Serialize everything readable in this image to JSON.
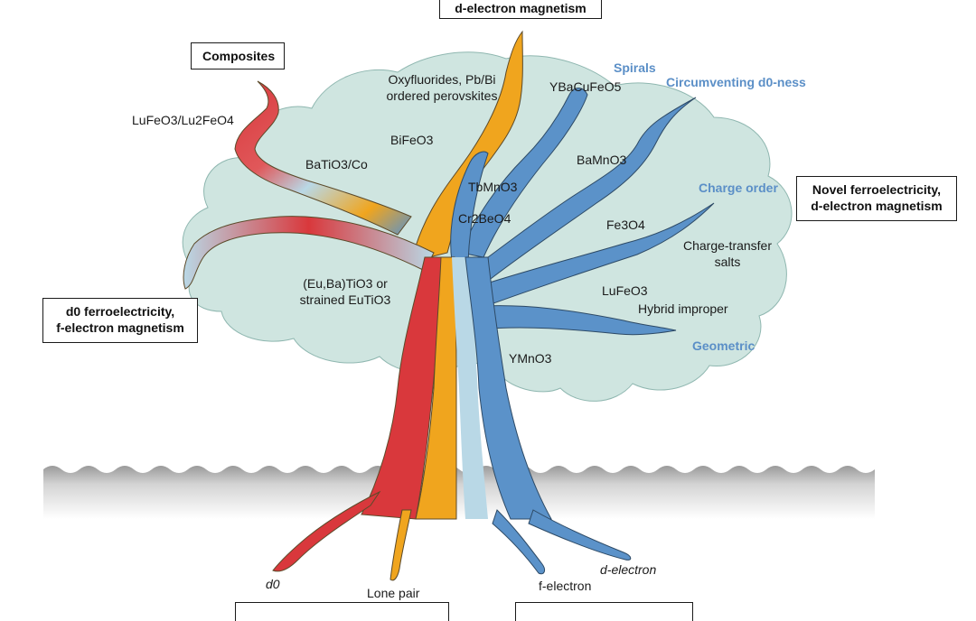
{
  "boxes": {
    "top": "d-electron magnetism",
    "composites": "Composites",
    "novel": [
      "Novel ferroelectricity,",
      "d-electron magnetism"
    ],
    "d0_ferro": [
      "d0 ferroelectricity,",
      "f-electron magnetism"
    ]
  },
  "labels": {
    "lufeo3_lu2feo4": "LuFeO3/Lu2FeO4",
    "oxyfluorides": [
      "Oxyfluorides, Pb/Bi",
      "ordered perovskites"
    ],
    "spirals": "Spirals",
    "ybacufeo5": "YBaCuFeO5",
    "circumventing": "Circumventing d0-ness",
    "bifeo3": "BiFeO3",
    "batio3_co": "BaTiO3/Co",
    "bamno3": "BaMnO3",
    "tbmno3": "TbMnO3",
    "charge_order": "Charge order",
    "cr2beo4": "Cr2BeO4",
    "fe3o4": "Fe3O4",
    "charge_transfer": [
      "Charge-transfer",
      "salts"
    ],
    "eu_ba_tio3": [
      "(Eu,Ba)TiO3 or",
      "strained EuTiO3"
    ],
    "lufeo3": "LuFeO3",
    "hybrid_improper": "Hybrid improper",
    "geometric": "Geometric",
    "ymno3": "YMnO3",
    "d_electron": "d-electron",
    "d0": "d0",
    "lone_pair": "Lone pair",
    "f_electron": "f-electron"
  },
  "colors": {
    "foliage": "#cfe5e0",
    "red": "#d9383c",
    "orange": "#f0a51e",
    "blue": "#5b92c9",
    "light_blue": "#b9d8e6",
    "blue_label": "#5b8fc7"
  }
}
